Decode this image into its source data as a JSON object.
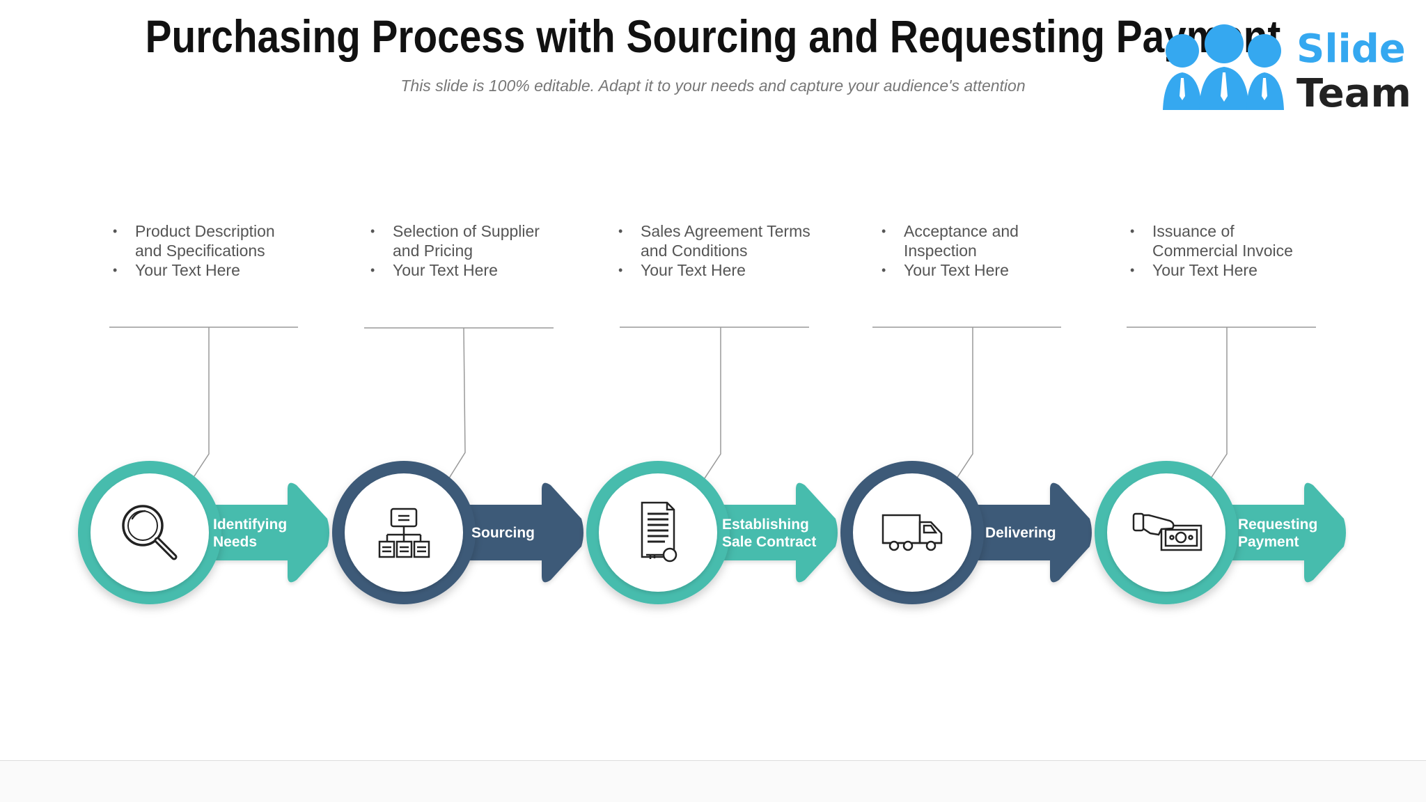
{
  "title": "Purchasing Process with Sourcing and Requesting Payment",
  "subtitle": "This slide is 100% editable. Adapt it to your needs and capture your audience's attention",
  "logo": {
    "line1": "Slide",
    "line2": "Team"
  },
  "colors": {
    "teal": "#47bcad",
    "navy": "#3e5a78",
    "text": "#555555"
  },
  "steps": [
    {
      "label_line1": "Identifying",
      "label_line2": "Needs",
      "icon": "magnifier-icon",
      "bullets": [
        "Product Description and Specifications",
        "Your Text Here"
      ]
    },
    {
      "label_line1": "Sourcing",
      "label_line2": "",
      "icon": "org-chart-icon",
      "bullets": [
        "Selection of Supplier and Pricing",
        "Your Text Here"
      ]
    },
    {
      "label_line1": "Establishing",
      "label_line2": "Sale Contract",
      "icon": "contract-key-icon",
      "bullets": [
        "Sales Agreement Terms and Conditions",
        "Your Text Here"
      ]
    },
    {
      "label_line1": "Delivering",
      "label_line2": "",
      "icon": "truck-icon",
      "bullets": [
        "Acceptance and Inspection",
        "Your Text Here"
      ]
    },
    {
      "label_line1": "Requesting",
      "label_line2": "Payment",
      "icon": "cash-hand-icon",
      "bullets": [
        "Issuance of Commercial Invoice",
        "Your Text Here"
      ]
    }
  ]
}
